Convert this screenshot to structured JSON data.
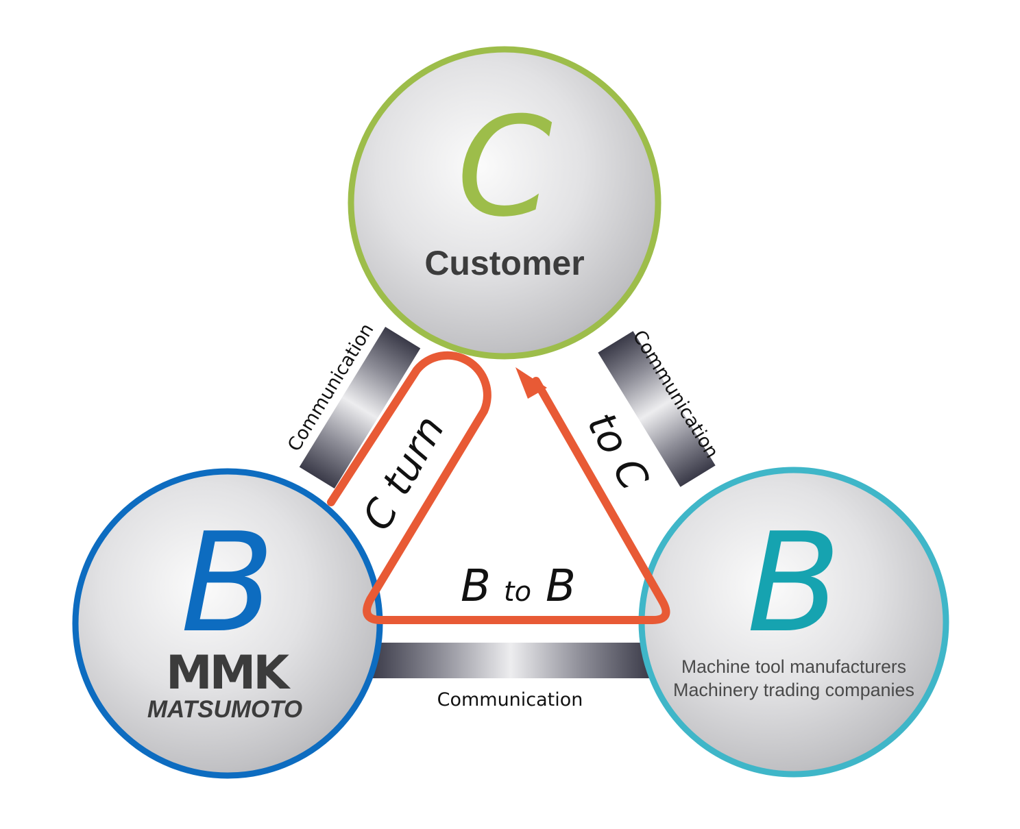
{
  "nodes": {
    "customer": {
      "letter": "C",
      "label": "Customer"
    },
    "matsumoto": {
      "letter": "B",
      "logo_mark": "MMK",
      "logo_word": "MATSUMOTO"
    },
    "manufacturers": {
      "letter": "B",
      "line1": "Machine tool manufacturers",
      "line2": "Machinery trading companies"
    }
  },
  "links": {
    "left": "Communication",
    "right": "Communication",
    "bottom": "Communication"
  },
  "flows": {
    "c_turn": "C turn",
    "to_c": "to C",
    "b_to_b_b1": "B",
    "b_to_b_to": "to",
    "b_to_b_b2": "B"
  },
  "colors": {
    "customer_ring": "#9dbd4a",
    "matsumoto_ring": "#0d6cc0",
    "manufacturers_ring": "#3fb6c8",
    "flow_arrow": "#e85a35",
    "link_dark": "#3a3a48",
    "sphere_text": "#3c3c3c"
  }
}
